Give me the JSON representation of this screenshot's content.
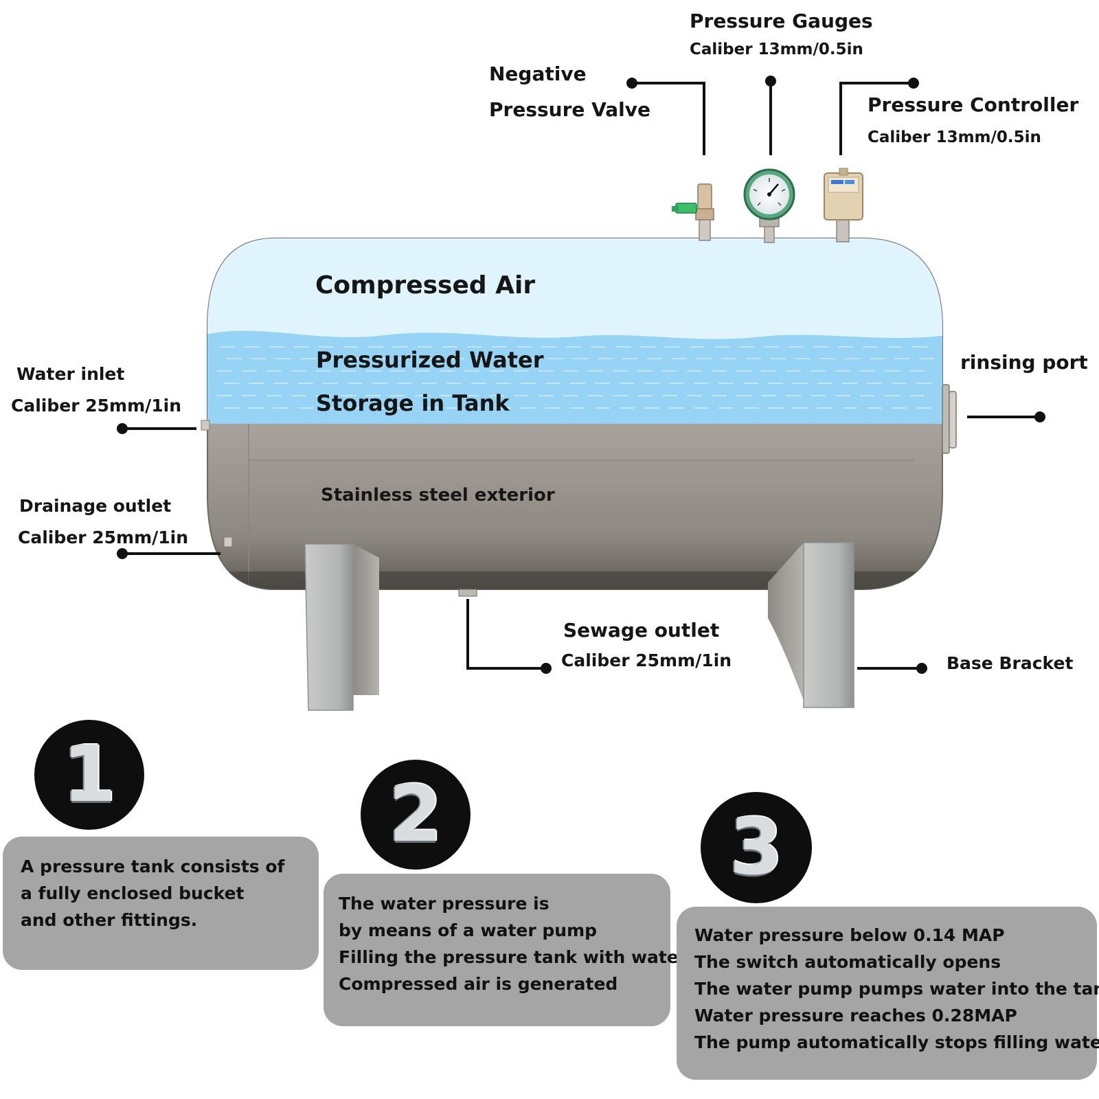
{
  "labels": {
    "negative_pressure_valve": {
      "line1": "Negative",
      "line2": "Pressure Valve"
    },
    "pressure_gauges": {
      "line1": "Pressure Gauges",
      "line2": "Caliber 13mm/0.5in"
    },
    "pressure_controller": {
      "line1": "Pressure Controller",
      "line2": "Caliber 13mm/0.5in"
    },
    "water_inlet": {
      "line1": "Water inlet",
      "line2": "Caliber 25mm/1in"
    },
    "rinsing_port": {
      "line1": "rinsing port"
    },
    "drainage_outlet": {
      "line1": "Drainage outlet",
      "line2": "Caliber 25mm/1in"
    },
    "sewage_outlet": {
      "line1": "Sewage outlet",
      "line2": "Caliber 25mm/1in"
    },
    "base_bracket": {
      "line1": "Base Bracket"
    }
  },
  "tank": {
    "compressed_air": "Compressed Air",
    "pressurized_water_line1": "Pressurized Water",
    "pressurized_water_line2": "Storage in Tank",
    "exterior": "Stainless steel exterior"
  },
  "steps": [
    {
      "number": "1",
      "lines": [
        "A pressure tank consists of",
        "a fully enclosed bucket",
        "and other fittings."
      ]
    },
    {
      "number": "2",
      "lines": [
        "The water pressure is",
        "by means of a water pump",
        "Filling the pressure tank with water",
        "Compressed air is generated"
      ]
    },
    {
      "number": "3",
      "lines": [
        "Water pressure below 0.14 MAP",
        "The switch automatically opens",
        "The water pump pumps water into the tank.",
        "Water pressure reaches 0.28MAP",
        "The pump automatically stops filling water."
      ]
    }
  ],
  "colors": {
    "air": "#dff4fc",
    "water": "#97d3f4",
    "steel": "#a8a29b",
    "bracket": "#b6b8b8",
    "step_box": "#a5a5a5",
    "badge": "#0e0e0e",
    "leader": "#111111"
  }
}
